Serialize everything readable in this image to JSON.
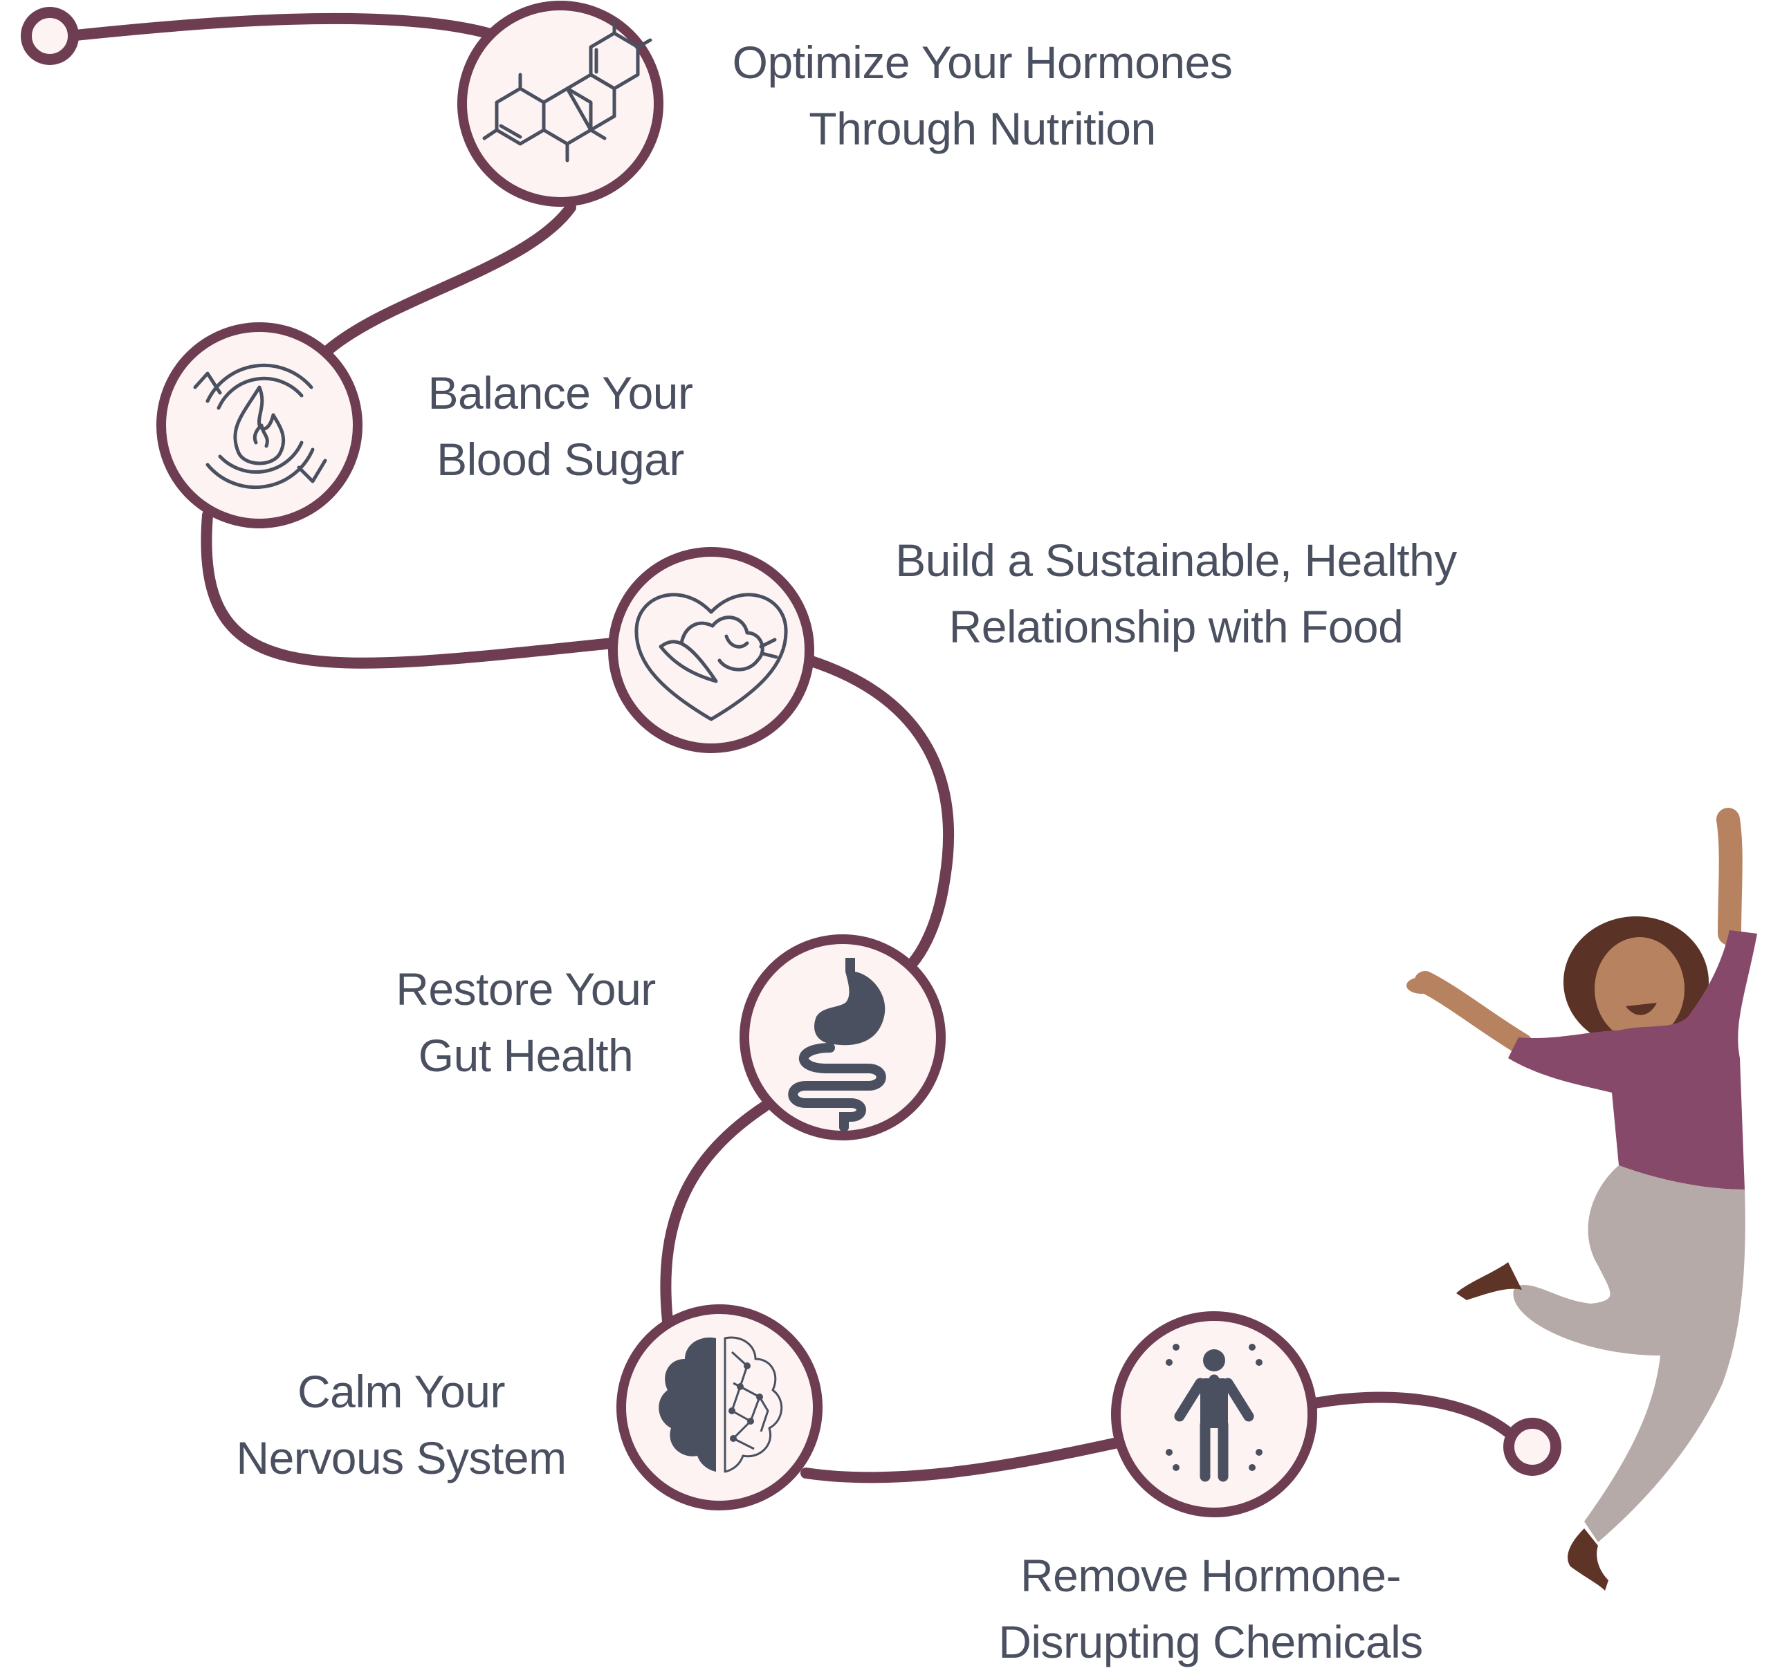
{
  "colors": {
    "path": "#6e3d52",
    "node_fill": "#fdf3f2",
    "icon": "#4a5060",
    "text": "#4a5060",
    "shirt": "#86496a",
    "pants": "#b5aaa7",
    "skin": "#b7825f",
    "hair": "#5a3226",
    "shoe": "#5e3426"
  },
  "steps": [
    {
      "lines": [
        "Optimize Your Hormones",
        "Through Nutrition"
      ],
      "icon": "molecule-icon"
    },
    {
      "lines": [
        "Balance Your",
        "Blood Sugar"
      ],
      "icon": "metabolism-flame-icon"
    },
    {
      "lines": [
        "Build a Sustainable, Healthy",
        "Relationship with Food"
      ],
      "icon": "heart-vegetables-icon"
    },
    {
      "lines": [
        "Restore Your",
        "Gut Health"
      ],
      "icon": "digestive-system-icon"
    },
    {
      "lines": [
        "Calm Your",
        "Nervous System"
      ],
      "icon": "brain-icon"
    },
    {
      "lines": [
        "Remove Hormone-",
        "Disrupting Chemicals"
      ],
      "icon": "body-detox-icon"
    }
  ],
  "illustration": "jumping-woman-illustration"
}
